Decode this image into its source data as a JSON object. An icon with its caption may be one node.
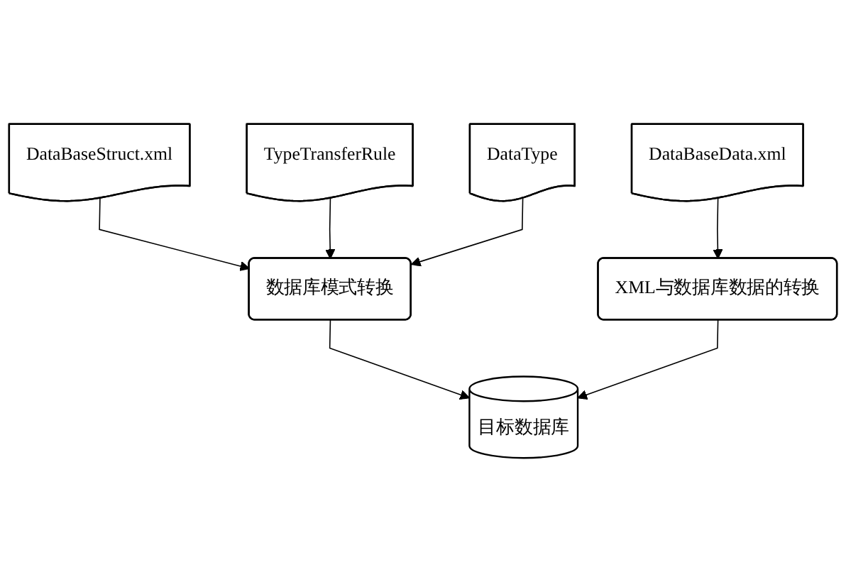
{
  "diagram": {
    "nodes": [
      {
        "text": [
          "DataBaseStruct.xml"
        ]
      },
      {
        "text": [
          "DataBaseData.xml"
        ]
      },
      {
        "text": [
          "TypeTransferRule"
        ]
      },
      {
        "text": [
          "DataType"
        ]
      },
      {
        "text": [
          "数据库模式转换"
        ]
      },
      {
        "text": [
          "XML与数据库数据的转换"
        ]
      },
      {
        "text": [
          "目标数据库"
        ]
      }
    ],
    "edges": [
      {
        "from": 0,
        "to": 4,
        "arrow": "to"
      },
      {
        "from": 1,
        "to": 5,
        "arrow": "to"
      },
      {
        "from": 2,
        "to": 4,
        "arrow": "to"
      },
      {
        "from": 3,
        "to": 4,
        "arrow": "to"
      },
      {
        "from": 4,
        "to": 6,
        "arrow": "to"
      },
      {
        "from": 5,
        "to": 6,
        "arrow": "to"
      }
    ]
  }
}
